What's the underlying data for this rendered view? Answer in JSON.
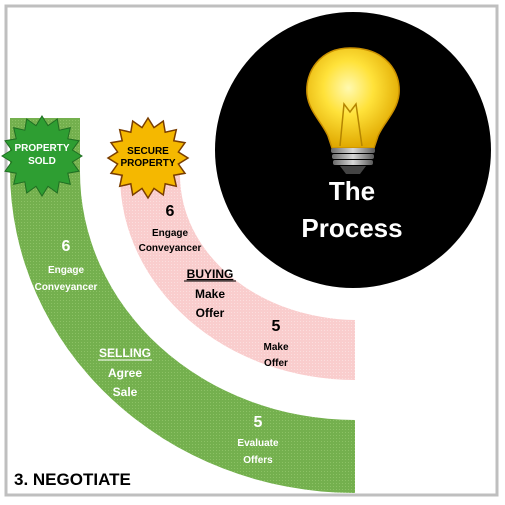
{
  "title": {
    "line1": "The",
    "line2": "Process"
  },
  "step_label": "3. NEGOTIATE",
  "selling": {
    "badge_line1": "PROPERTY",
    "badge_line2": "SOLD",
    "badge_color": "#2e9e32",
    "arc_color": "#74b04e",
    "step6": {
      "number": "6",
      "line1": "Engage",
      "line2": "Conveyancer"
    },
    "heading": "SELLING",
    "stage_line1": "Agree",
    "stage_line2": "Sale",
    "step5": {
      "number": "5",
      "line1": "Evaluate",
      "line2": "Offers"
    }
  },
  "buying": {
    "badge_line1": "SECURE",
    "badge_line2": "PROPERTY",
    "badge_color": "#f5b800",
    "arc_color": "#f9cdcd",
    "step6": {
      "number": "6",
      "line1": "Engage",
      "line2": "Conveyancer"
    },
    "heading": "BUYING",
    "stage_line1": "Make",
    "stage_line2": "Offer",
    "step5": {
      "number": "5",
      "line1": "Make",
      "line2": "Offer"
    }
  },
  "icon": "lightbulb-icon"
}
